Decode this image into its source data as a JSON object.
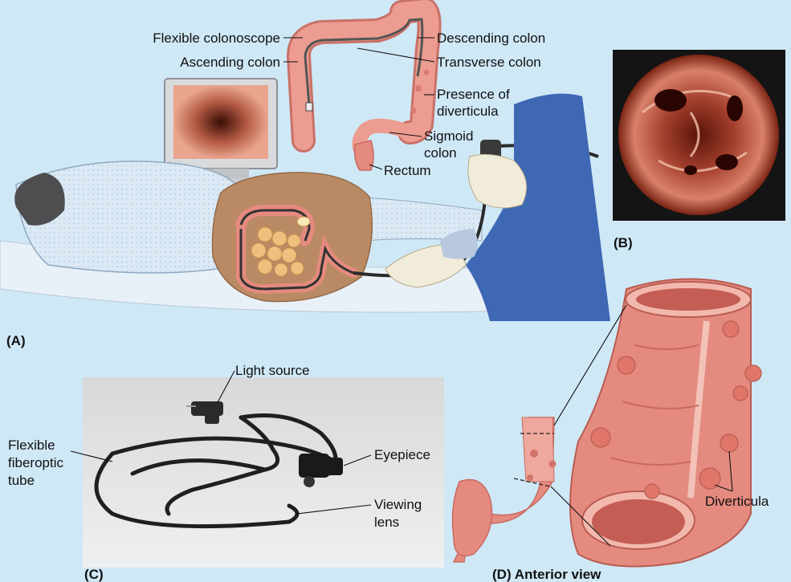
{
  "panels": {
    "a": {
      "tag": "(A)",
      "labels": {
        "flexible_colonoscope": "Flexible colonoscope",
        "ascending_colon": "Ascending colon",
        "descending_colon": "Descending colon",
        "transverse_colon": "Transverse colon",
        "presence_line1": "Presence of",
        "presence_line2": "diverticula",
        "sigmoid_line1": "Sigmoid",
        "sigmoid_line2": "colon",
        "rectum": "Rectum"
      }
    },
    "b": {
      "tag": "(B)"
    },
    "c": {
      "tag": "(C)",
      "labels": {
        "light_source": "Light source",
        "flexible_line1": "Flexible",
        "flexible_line2": "fiberoptic",
        "flexible_line3": "tube",
        "eyepiece": "Eyepiece",
        "viewing_line1": "Viewing",
        "viewing_line2": "lens"
      }
    },
    "d": {
      "tag": "(D) Anterior view",
      "labels": {
        "diverticula": "Diverticula"
      }
    }
  },
  "colors": {
    "background": "#cfe8f6",
    "colon": "#e9948a",
    "colon_dark": "#c86a60",
    "scope": "#2a2a2a",
    "skin": "#b98a63",
    "gown": "#dbe9f5"
  }
}
